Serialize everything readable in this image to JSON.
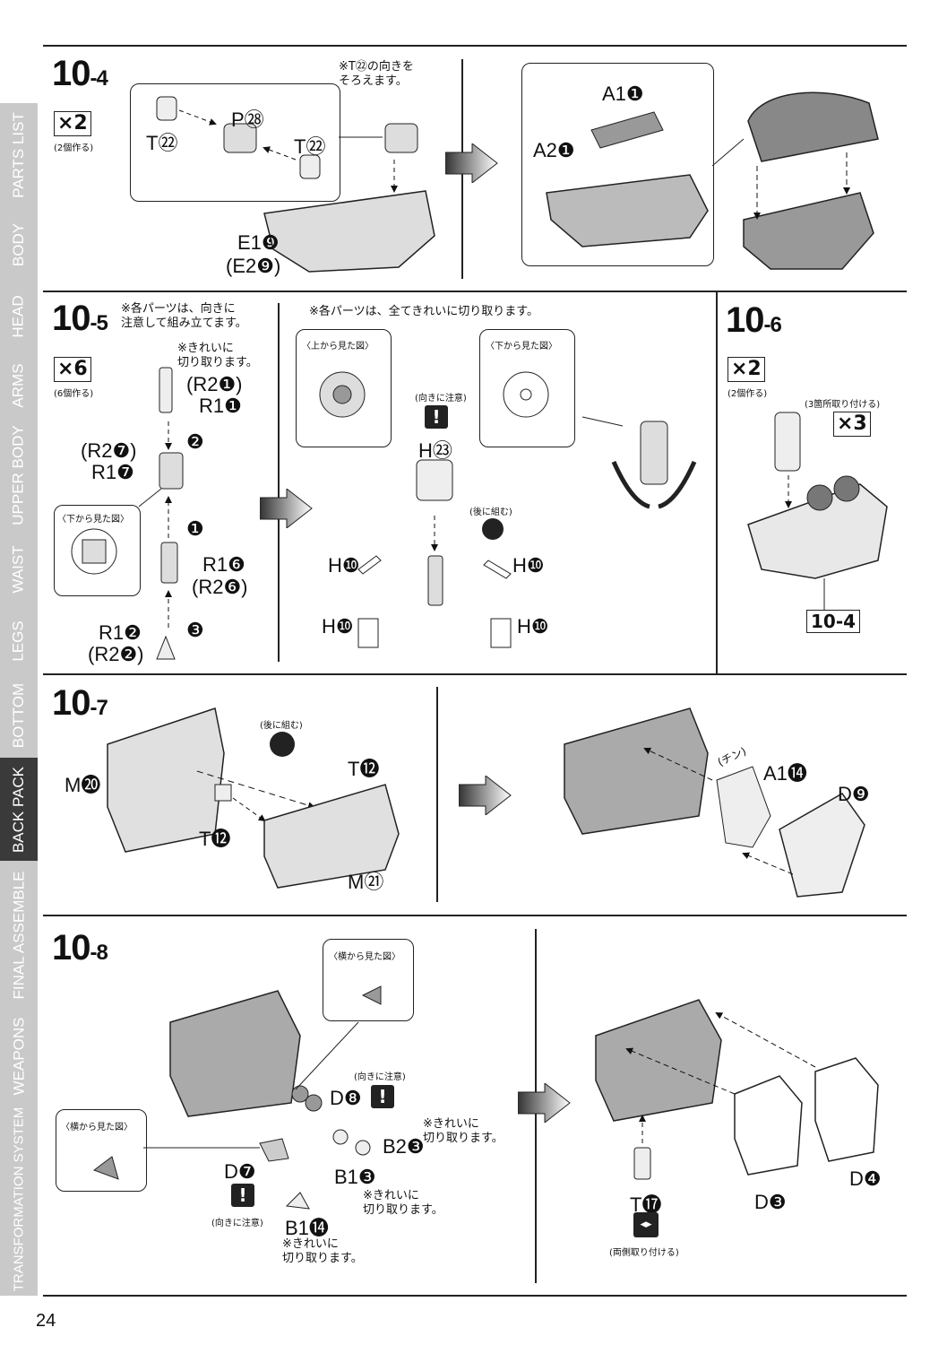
{
  "sidebar": {
    "tabs": [
      "PARTS LIST",
      "BODY",
      "HEAD",
      "ARMS",
      "UPPER BODY",
      "WAIST",
      "LEGS",
      "BOTTOM",
      "BACK PACK",
      "FINAL ASSEMBLE",
      "WEAPONS",
      "TRANSFORMATION SYSTEM"
    ],
    "active": "BACK PACK"
  },
  "page_number": "24",
  "s104": {
    "num": "10",
    "sub": "-4",
    "mult": "×2",
    "mult_note": "(2個作る)",
    "note": "※T㉒の向きを\nそろえます。",
    "labels": {
      "t22a": "T㉒",
      "p28": "P㉘",
      "t22b": "T㉒",
      "e1": "E1❾",
      "e2": "(E2❾)",
      "a1": "A1❶",
      "a2": "A2❶"
    }
  },
  "s105": {
    "num": "10",
    "sub": "-5",
    "note1": "※各パーツは、向きに\n注意して組み立てます。",
    "note2": "※きれいに\n切り取ります。",
    "mult": "×6",
    "mult_note": "(6個作る)",
    "bottom_view": "〈下から見た図〉",
    "labels": {
      "r21": "(R2❶)",
      "r11": "R1❶",
      "r27": "(R2❼)",
      "r17": "R1❼",
      "r16": "R1❻",
      "r26": "(R2❻)",
      "r12": "R1❷",
      "r22": "(R2❷)"
    },
    "steps": [
      "❷",
      "❶",
      "❸"
    ]
  },
  "s105b": {
    "note": "※各パーツは、全てきれいに切り取ります。",
    "top_view": "〈上から見た図〉",
    "bottom_view": "〈下から見た図〉",
    "caution": "(向きに注意)",
    "h23": "H㉓",
    "later": "(後に組む)",
    "h10": "H❿"
  },
  "s106": {
    "num": "10",
    "sub": "-6",
    "mult": "×2",
    "mult_note": "(2個作る)",
    "attach_note": "(3箇所取り付ける)",
    "mult3": "×3",
    "ref": "10-4"
  },
  "s107": {
    "num": "10",
    "sub": "-7",
    "later": "(後に組む)",
    "labels": {
      "m20": "M⓴",
      "t12a": "T⓬",
      "t12b": "T⓬",
      "m21": "M㉑",
      "a114": "A1⓮",
      "d9": "D❾",
      "sound": "(チン)"
    }
  },
  "s108": {
    "num": "10",
    "sub": "-8",
    "side_view": "〈横から見た図〉",
    "caution": "(向きに注意)",
    "note_cut": "※きれいに\n切り取ります。",
    "both_sides": "(両側取り付ける)",
    "labels": {
      "d8": "D❽",
      "b23": "B2❸",
      "b13": "B1❸",
      "d7": "D❼",
      "b114": "B1⓮",
      "t17": "T⓱",
      "d3": "D❸",
      "d4": "D❹"
    }
  }
}
